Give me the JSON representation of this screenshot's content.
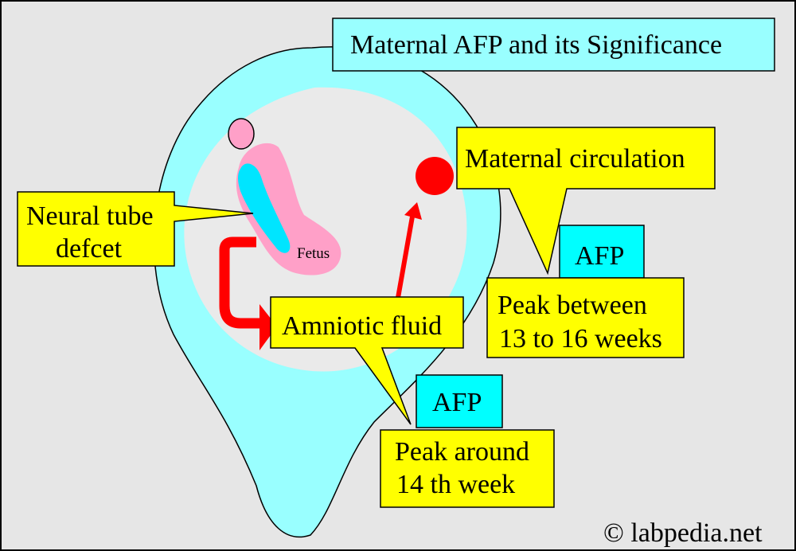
{
  "title": "Maternal AFP and its Significance",
  "labels": {
    "neural_tube_line1": "Neural tube",
    "neural_tube_line2": "defcet",
    "fetus": "Fetus",
    "maternal_circulation": "Maternal circulation",
    "amniotic_fluid": "Amniotic fluid"
  },
  "afp_upper": {
    "tag": "AFP",
    "peak_line1": "Peak between",
    "peak_line2": "13 to 16 weeks"
  },
  "afp_lower": {
    "tag": "AFP",
    "peak_line1": "Peak around",
    "peak_line2": "14 th week"
  },
  "watermark": "© labpedia.net",
  "colors": {
    "background": "#e6e6e6",
    "uterus": "#99ffff",
    "amniotic_sac": "#eaeaea",
    "callout": "#ffff00",
    "afp_tag": "#00ffff",
    "fetus": "#ffa0c8",
    "neural_tube": "#00e5ff",
    "arrow": "#ff0000",
    "maternal_dot": "#ff0000"
  }
}
